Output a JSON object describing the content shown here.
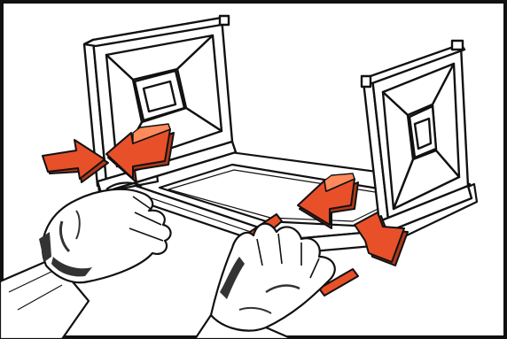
{
  "figure": {
    "kind": "assembly-instruction-illustration",
    "caption": "",
    "colors": {
      "frame_border": "#111111",
      "paper": "#ffffff",
      "line": "#111111",
      "arrow": "#e8502a",
      "arrow_shadow": "#b23a18",
      "hand_shade": "#333333"
    },
    "components": [
      "left-end-panel",
      "right-end-panel",
      "base-frame",
      "left-hand",
      "right-hand",
      "push-arrows"
    ]
  }
}
